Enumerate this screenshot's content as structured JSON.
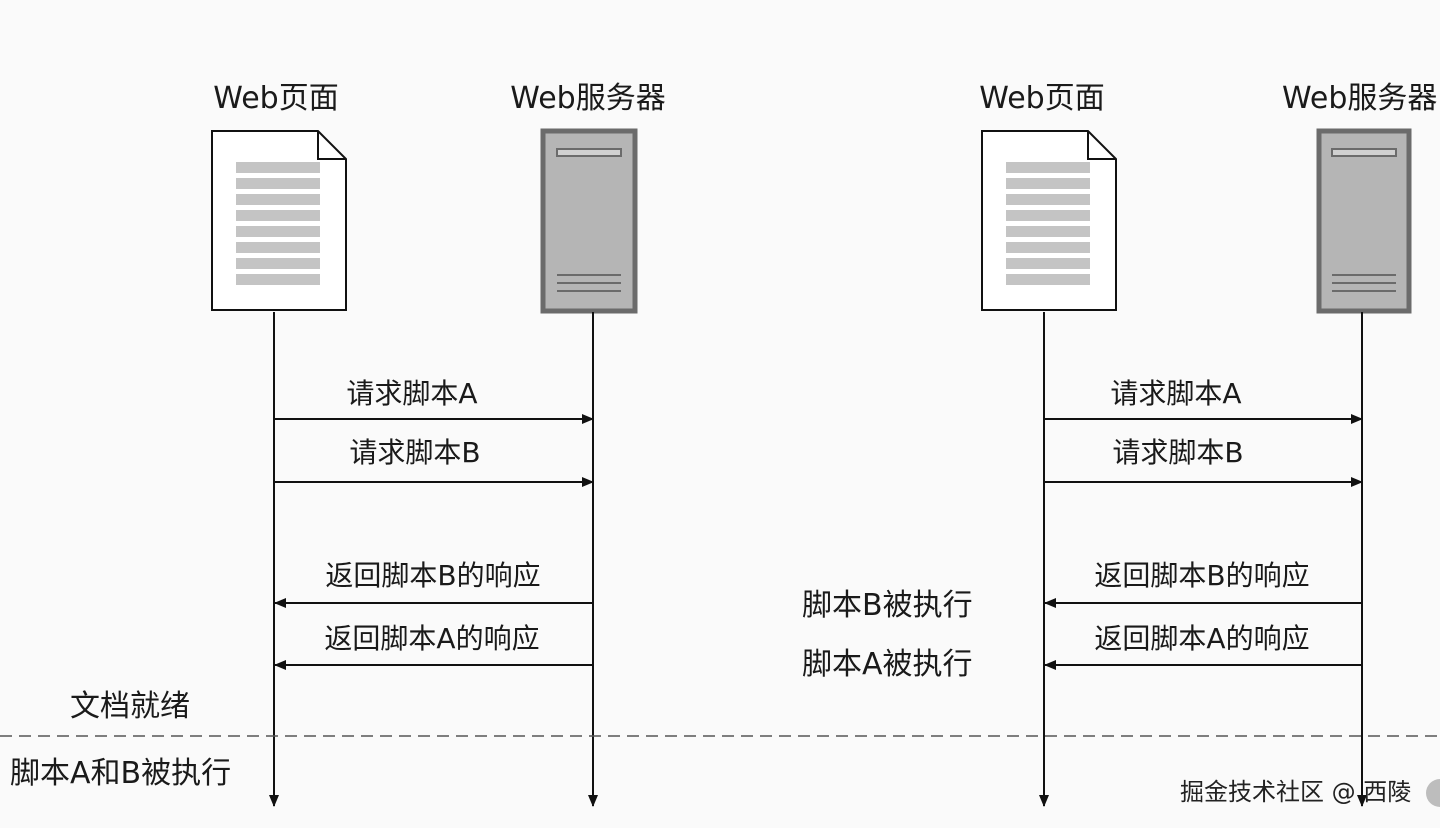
{
  "left": {
    "page_title": "Web页面",
    "server_title": "Web服务器",
    "msg_req_a": "请求脚本A",
    "msg_req_b": "请求脚本B",
    "msg_resp_b": "返回脚本B的响应",
    "msg_resp_a": "返回脚本A的响应",
    "doc_ready": "文档就绪",
    "exec_both": "脚本A和B被执行"
  },
  "right": {
    "page_title": "Web页面",
    "server_title": "Web服务器",
    "msg_req_a": "请求脚本A",
    "msg_req_b": "请求脚本B",
    "msg_resp_b": "返回脚本B的响应",
    "msg_resp_a": "返回脚本A的响应",
    "exec_b": "脚本B被执行",
    "exec_a": "脚本A被执行"
  },
  "watermark": "掘金技术社区 @ 西陵",
  "colors": {
    "doc_lines": "#c4c4c4",
    "server_fill": "#b5b5b5",
    "server_border": "#6b6b6b"
  }
}
